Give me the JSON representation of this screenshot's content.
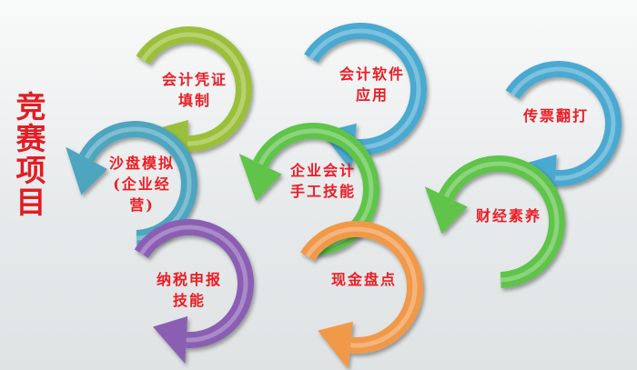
{
  "title": "竞赛项目",
  "colors": {
    "label": "#ec1c24",
    "olive": "#9cbf3a",
    "teal": "#4ea5bf",
    "purple": "#8a5eb3",
    "green": "#5fc44a",
    "orange": "#f0994a",
    "blue": "#4aa9d0"
  },
  "items": [
    {
      "id": "item-1",
      "label": "会计凭证\n填制",
      "color": "olive",
      "direction": "cw"
    },
    {
      "id": "item-2",
      "label": "沙盘模拟\n(企业经\n营)",
      "color": "teal",
      "direction": "ccw"
    },
    {
      "id": "item-3",
      "label": "纳税申报\n技能",
      "color": "purple",
      "direction": "cw"
    },
    {
      "id": "item-4",
      "label": "会计软件\n应用",
      "color": "blue",
      "direction": "cw"
    },
    {
      "id": "item-5",
      "label": "企业会计\n手工技能",
      "color": "green",
      "direction": "ccw"
    },
    {
      "id": "item-6",
      "label": "现金盘点",
      "color": "orange",
      "direction": "cw"
    },
    {
      "id": "item-7",
      "label": "传票翻打",
      "color": "blue",
      "direction": "cw"
    },
    {
      "id": "item-8",
      "label": "财经素养",
      "color": "green",
      "direction": "ccw"
    }
  ]
}
